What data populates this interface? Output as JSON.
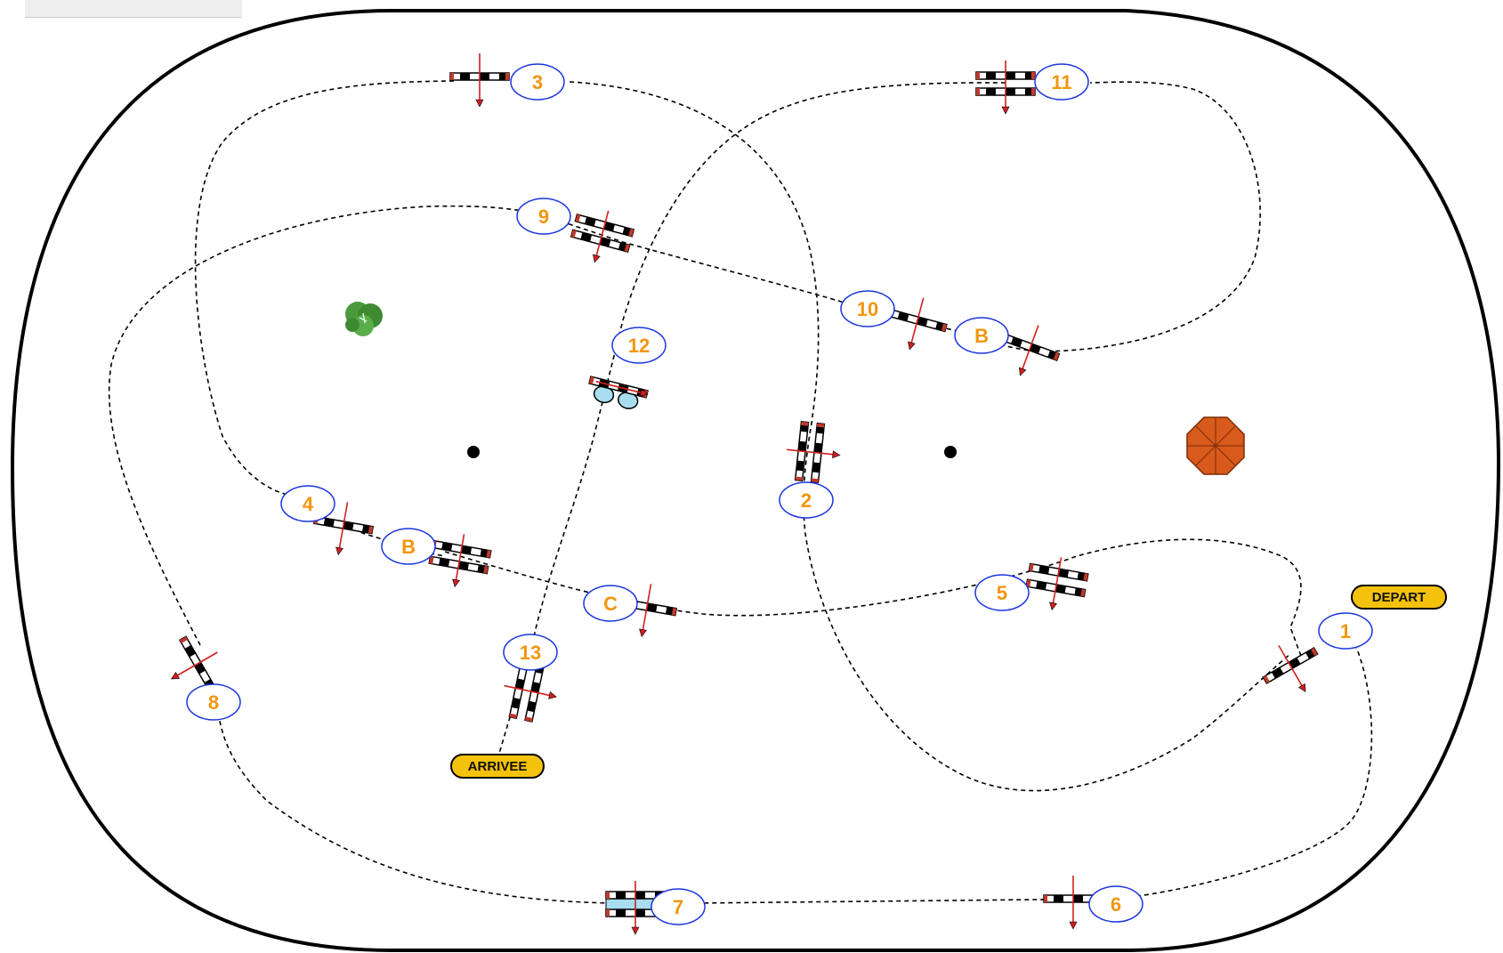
{
  "labels": {
    "start": "DEPART",
    "finish": "ARRIVEE"
  },
  "obstacles": [
    {
      "id": "1",
      "kind": "vertical"
    },
    {
      "id": "2",
      "kind": "oxer"
    },
    {
      "id": "3",
      "kind": "vertical"
    },
    {
      "id": "4",
      "kind": "vertical"
    },
    {
      "id": "B",
      "kind": "oxer"
    },
    {
      "id": "C",
      "kind": "vertical"
    },
    {
      "id": "5",
      "kind": "oxer"
    },
    {
      "id": "6",
      "kind": "vertical"
    },
    {
      "id": "7",
      "kind": "water-oxer"
    },
    {
      "id": "8",
      "kind": "vertical"
    },
    {
      "id": "9",
      "kind": "oxer"
    },
    {
      "id": "10",
      "kind": "vertical"
    },
    {
      "id": "B",
      "kind": "vertical"
    },
    {
      "id": "11",
      "kind": "oxer"
    },
    {
      "id": "12",
      "kind": "liverpool"
    },
    {
      "id": "13",
      "kind": "oxer"
    }
  ],
  "decor": {
    "tree_color": "#4a9b3c",
    "umbrella_color": "#d85a1c",
    "water_color": "#a8dcef",
    "number_color": "#f2960f",
    "badge_color": "#f4c20d",
    "bubble_stroke": "#1a35e0"
  }
}
